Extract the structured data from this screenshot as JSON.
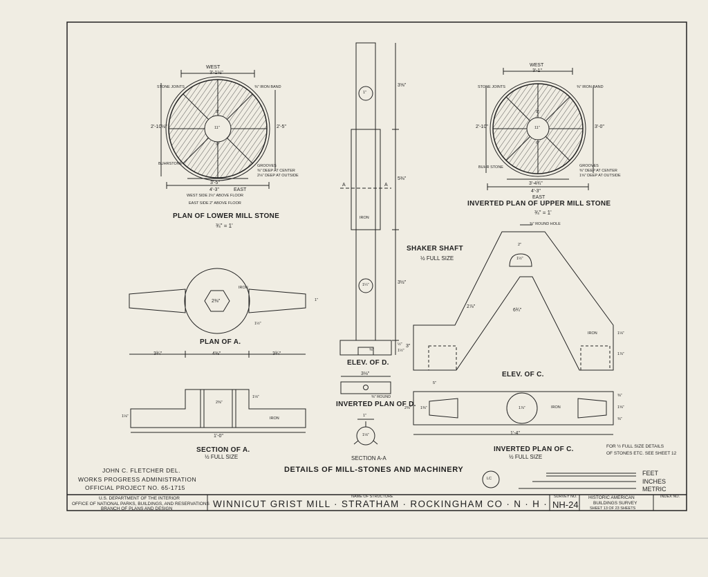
{
  "lower_stone": {
    "dim_top": "3'-1½\"",
    "dir_top": "West",
    "dim_bottom": "4'-3\"",
    "dir_bottom": "East",
    "dim_inner_bottom": "3'-5\"",
    "dim_left": "2'-10½\"",
    "dim_right": "2'-5\"",
    "eye_top": "9\"",
    "eye_mid": "11\"",
    "eye_bottom": "9\"",
    "note_stone_joints": "Stone joints",
    "note_iron_band": "⅜\" iron band",
    "note_buhrstone": "Buhrstone",
    "grooves_1": "Grooves",
    "grooves_2": "⅜\" deep at center",
    "grooves_3": "2⅛\" deep at outside",
    "floor_1": "West side 2½\" above floor",
    "floor_2": "East side 2\" above floor",
    "title": "Plan of Lower Mill Stone",
    "scale": "¾\" = 1'"
  },
  "upper_stone": {
    "dim_top": "3'-1\"",
    "dir_top": "West",
    "dim_bottom": "4'-3\"",
    "dir_bottom": "East",
    "dim_inner_bottom": "3'-4¾\"",
    "dim_left": "2'-10\"",
    "dim_right": "3'-0\"",
    "eye_top": "9\"",
    "eye_mid": "11\"",
    "eye_bottom": "6\"",
    "note_stone_joints": "Stone joints",
    "note_iron_band": "⅜\" iron band",
    "note_buhrstone": "Buhr stone",
    "grooves_1": "Grooves",
    "grooves_2": "⅜\" deep at center",
    "grooves_3": "1⅝\" deep at outside",
    "title": "Inverted Plan of Upper Mill Stone",
    "scale": "¾\" = 1'"
  },
  "shaft": {
    "title": "Shaker Shaft",
    "scale": "½ Full Size",
    "material": "Iron",
    "dim_top": "3⅝\"",
    "dim_mid": "5⅜\"",
    "dim_lower": "3½\"",
    "dim_foot_1": "½\"",
    "dim_foot_2": "1½\"",
    "hole_top": "1\"",
    "hole_bottom": "1¼\"",
    "section_mark_left": "A",
    "section_mark_right": "A",
    "foot_label": "⅜\"",
    "elev_title": "Elev. of D."
  },
  "inverted_d": {
    "dim_width": "3⅛\"",
    "round_note": "⅜\" Round",
    "title": "Inverted Plan of D."
  },
  "section_aa": {
    "dim_top": "1\"",
    "center": "1⅛\"",
    "title": "Section A-A"
  },
  "plan_a": {
    "material": "Iron",
    "hex_dim": "2⅜\"",
    "dim_side": "1\"",
    "dim_hub": "1½\"",
    "dim_left": "3¾\"",
    "dim_center": "4⅜\"",
    "dim_right": "3¾\"",
    "title": "Plan of A."
  },
  "section_a": {
    "material": "Iron",
    "dim_total": "1'-0\"",
    "dim_left_h": "1⅛\"",
    "dim_right_h": "1⅛\"",
    "dim_center_h": "2⅜\"",
    "title": "Section of A.",
    "scale": "½ Full Size"
  },
  "elev_c": {
    "hole_note": "⅜\" Round hole",
    "dim_top_w": "2\"",
    "dim_arch": "1½\"",
    "dim_center_h": "6¾\"",
    "dim_side": "3\"",
    "dim_arm": "2⅞\"",
    "dim_right_1": "1⅛\"",
    "dim_right_2": "1⅞\"",
    "material": "Iron",
    "title": "Elev. of C."
  },
  "inverted_c": {
    "dim_left_w": "5\"",
    "dim_height": "2⅜\"",
    "dim_slot_l": "1⅜\"",
    "dim_center": "1⅞\"",
    "material": "Iron",
    "dim_right_1": "⅜\"",
    "dim_right_2": "1⅝\"",
    "dim_right_3": "⅜\"",
    "dim_total": "1'-4\"",
    "title": "Inverted Plan of C.",
    "scale": "½ Full Size"
  },
  "notes": {
    "full_size_1": "For ½ full size details",
    "full_size_2": "of stones etc. see sheet 12"
  },
  "sheet_title": "Details of Mill-Stones and Machinery",
  "credits": {
    "del": "John C. Fletcher Del.",
    "agency": "Works Progress Administration",
    "project": "Official Project No. 65-1715"
  },
  "scale_bar": {
    "feet": "Feet",
    "inches": "Inches",
    "metric": "Metric",
    "stamp": "LC"
  },
  "title_block": {
    "dept_1": "U.S. Department of the Interior",
    "dept_2": "Office of National Parks, Buildings, and Reservations",
    "dept_3": "Branch of Plans and Design",
    "name_label": "Name of Structure",
    "name": "Winnicut Grist Mill · Stratham · Rockingham Co · N · H ·",
    "survey_label": "Survey No.",
    "survey_no": "NH-24",
    "habs_1": "Historic American",
    "habs_2": "Buildings Survey",
    "sheet_no": "Sheet 13 of 23 Sheets",
    "index_label": "Index No."
  }
}
